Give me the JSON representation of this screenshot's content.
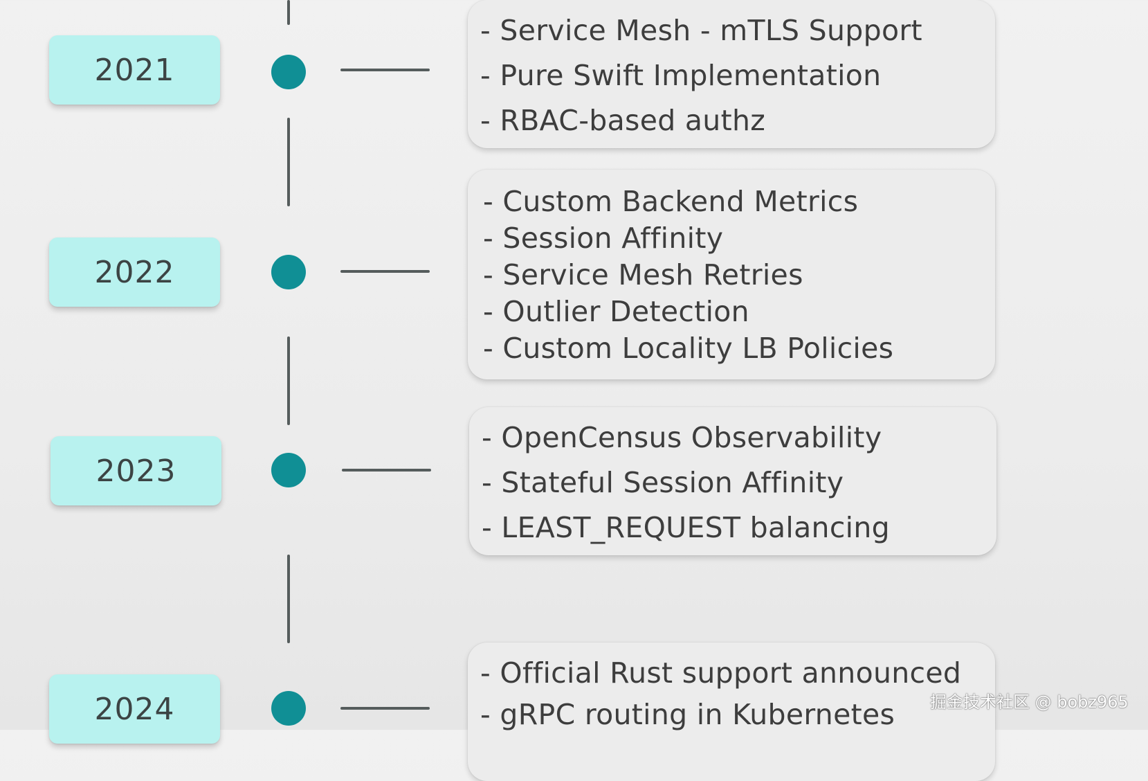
{
  "timeline": [
    {
      "year": "2021",
      "items": [
        "- Service Mesh - mTLS Support",
        "- Pure Swift Implementation",
        "- RBAC-based authz"
      ]
    },
    {
      "year": "2022",
      "items": [
        "- Custom Backend Metrics",
        "- Session Affinity",
        "- Service Mesh Retries",
        "- Outlier Detection",
        "- Custom Locality LB Policies"
      ]
    },
    {
      "year": "2023",
      "items": [
        "- OpenCensus Observability",
        "- Stateful Session Affinity",
        "- LEAST_REQUEST balancing"
      ]
    },
    {
      "year": "2024",
      "items": [
        "- Official Rust support announced",
        "- gRPC routing in Kubernetes"
      ]
    }
  ],
  "watermark": "掘金技术社区 @ bobz965",
  "colors": {
    "year_box": "#b8f2ef",
    "dot": "#108f95",
    "line": "#555c5c",
    "card": "#ececec"
  }
}
